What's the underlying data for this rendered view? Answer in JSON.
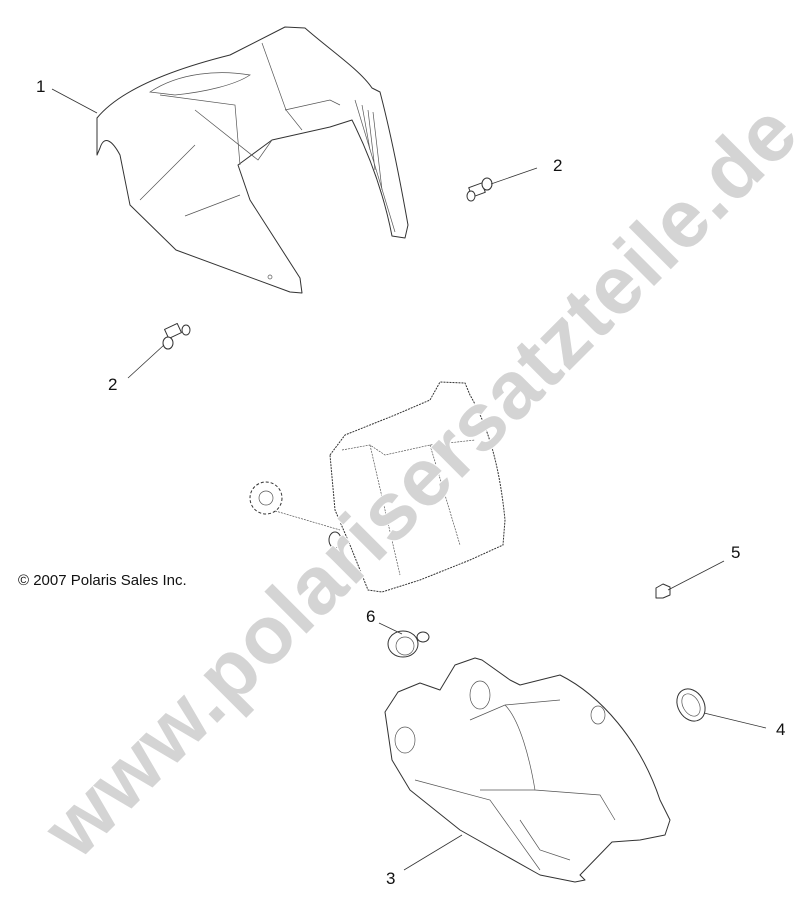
{
  "diagram": {
    "copyright": "© 2007 Polaris Sales Inc.",
    "watermark": "www.polarisersatzteile.de",
    "colors": {
      "line": "#333333",
      "watermark": "#d4d4d4",
      "background": "#ffffff"
    },
    "callouts": [
      {
        "id": "1",
        "label": "1",
        "part": "headlight-pod-cover-upper"
      },
      {
        "id": "2a",
        "label": "2",
        "part": "screw-right"
      },
      {
        "id": "2b",
        "label": "2",
        "part": "screw-left"
      },
      {
        "id": "3",
        "label": "3",
        "part": "headlight-pod-lower-housing"
      },
      {
        "id": "4",
        "label": "4",
        "part": "grommet-ring"
      },
      {
        "id": "5",
        "label": "5",
        "part": "clip-nut"
      },
      {
        "id": "6",
        "label": "6",
        "part": "indicator-plug"
      }
    ]
  }
}
